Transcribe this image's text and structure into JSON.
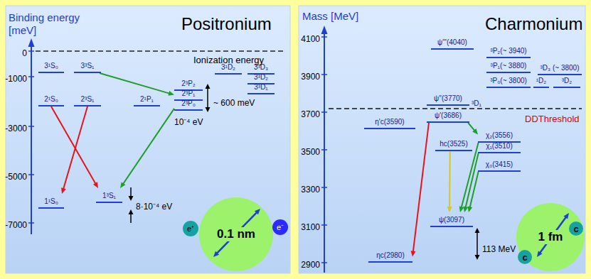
{
  "diagram": {
    "nodes": [
      {
        "text": [
          "Positronium"
        ]
      },
      {
        "text": [
          "3¹S₀"
        ],
        "in": 0
      },
      {
        "text": [
          "3³S₁"
        ],
        "in": 0
      },
      {
        "text": [
          "3¹D₂"
        ],
        "in": 0
      },
      {
        "text": [
          "3³D₃"
        ],
        "in": 0
      },
      {
        "text": [
          "3³D₂"
        ],
        "in": 0
      },
      {
        "text": [
          "3³D₁"
        ],
        "in": 0
      },
      {
        "text": [
          "2¹S₀"
        ],
        "in": 0
      },
      {
        "text": [
          "2³S₁"
        ],
        "in": 0
      },
      {
        "text": [
          "2¹P₁"
        ],
        "in": 0
      },
      {
        "text": [
          "2³P₂"
        ],
        "in": 0
      },
      {
        "text": [
          "2³P₁"
        ],
        "in": 0
      },
      {
        "text": [
          "2³P₀"
        ],
        "in": 0
      },
      {
        "text": [
          "1¹S₀"
        ],
        "in": 0
      },
      {
        "text": [
          "1³S₁"
        ],
        "in": 0
      },
      {
        "text": [
          "0.1 nm"
        ],
        "in": 0
      },
      {
        "text": [
          "e⁺"
        ],
        "in": 0
      },
      {
        "text": [
          "e⁻"
        ],
        "in": 0
      },
      {
        "text": [
          "Charmonium"
        ]
      },
      {
        "text": [
          "ψ'''(4040)"
        ],
        "in": 18
      },
      {
        "text": [
          "³P₂(~ 3940)"
        ],
        "in": 18
      },
      {
        "text": [
          "³P₁(~ 3880)"
        ],
        "in": 18
      },
      {
        "text": [
          "³P₀(~ 3800)"
        ],
        "in": 18
      },
      {
        "text": [
          "¹D₂"
        ],
        "in": 18
      },
      {
        "text": [
          "³D₃ (~ 3800)"
        ],
        "in": 18
      },
      {
        "text": [
          "³D₂"
        ],
        "in": 18
      },
      {
        "text": [
          "ψ''(3770)"
        ],
        "in": 18
      },
      {
        "text": [
          "ψ'(3686)"
        ],
        "in": 18
      },
      {
        "text": [
          "η'c(3590)"
        ],
        "in": 18
      },
      {
        "text": [
          "χ₂(3556)"
        ],
        "in": 18
      },
      {
        "text": [
          "hc(3525)"
        ],
        "in": 18
      },
      {
        "text": [
          "χ₁(3510)"
        ],
        "in": 18
      },
      {
        "text": [
          "χ₀(3415)"
        ],
        "in": 18
      },
      {
        "text": [
          "ψ(3097)"
        ],
        "in": 18
      },
      {
        "text": [
          "ηc(2980)"
        ],
        "in": 18
      },
      {
        "text": [
          "1 fm"
        ],
        "in": 18
      },
      {
        "text": [
          "c"
        ],
        "in": 18
      },
      {
        "text": [
          "c"
        ],
        "in": 18
      }
    ],
    "edges": [
      {
        "from": 7,
        "to": 14,
        "arrow": "to"
      },
      {
        "from": 8,
        "to": 13,
        "arrow": "to"
      },
      {
        "from": 2,
        "to": 11,
        "arrow": "to"
      },
      {
        "from": 12,
        "to": 14,
        "arrow": "to"
      },
      {
        "from": 27,
        "to": 34,
        "arrow": "to"
      },
      {
        "from": 27,
        "to": 29,
        "arrow": "to"
      },
      {
        "from": 30,
        "to": 33,
        "arrow": "to"
      },
      {
        "from": 29,
        "to": 33,
        "arrow": "to"
      },
      {
        "from": 31,
        "to": 33,
        "arrow": "to"
      },
      {
        "from": 32,
        "to": 33,
        "arrow": "to"
      }
    ],
    "labels": [
      "Binding energy [meV]",
      "0",
      "-1000",
      "-3000",
      "-5000",
      "-7000",
      "Ionization energy",
      "~ 600 meV",
      "10⁻⁴ eV",
      "8·10⁻⁴ eV",
      "Mass [MeV]",
      "4100",
      "3900",
      "3700",
      "3500",
      "3300",
      "3100",
      "2900",
      "³D₁",
      "DDThreshold",
      "113 MeV"
    ]
  }
}
